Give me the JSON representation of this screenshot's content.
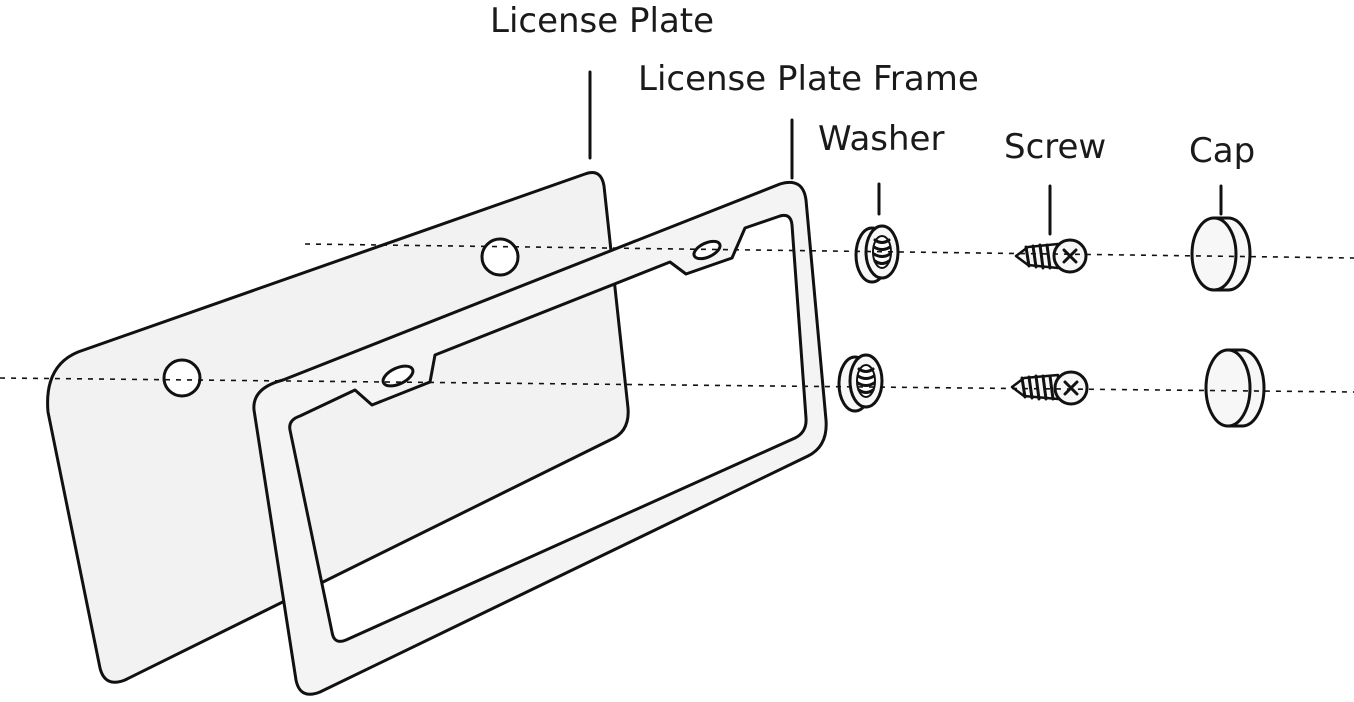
{
  "labels": {
    "license_plate": "License Plate",
    "license_plate_frame": "License Plate Frame",
    "washer": "Washer",
    "screw": "Screw",
    "cap": "Cap"
  },
  "colors": {
    "stroke": "#111111",
    "plate_fill": "#f2f2f2",
    "frame_fill": "#f4f4f4",
    "part_fill": "#f7f7f7"
  }
}
